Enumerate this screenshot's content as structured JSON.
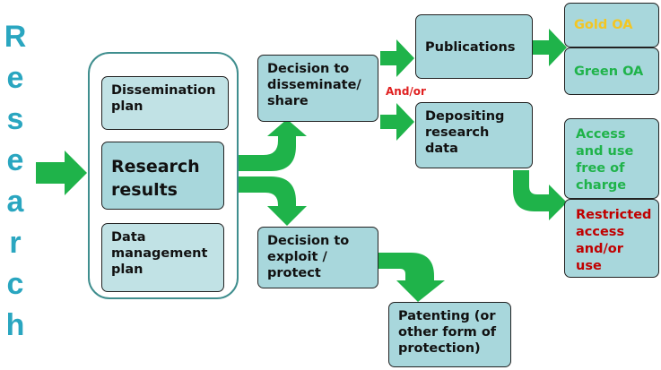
{
  "side_label": {
    "letters": [
      "R",
      "e",
      "s",
      "e",
      "a",
      "r",
      "c",
      "h"
    ]
  },
  "boxes": {
    "dissemination_plan": "Dissemination plan",
    "research_results": "Research results",
    "data_management_plan": "Data management plan",
    "decision_disseminate": "Decision to disseminate/ share",
    "decision_exploit": "Decision to exploit / protect",
    "publications": "Publications",
    "depositing_data": "Depositing research data",
    "patenting": "Patenting (or other form of protection)",
    "gold_oa": "Gold OA",
    "green_oa": "Green OA",
    "access_free": "Access and use free of charge",
    "restricted": "Restricted access and/or use"
  },
  "connector_label": "And/or",
  "colors": {
    "arrow": "#1fb34a",
    "box_fill": "#a8d7dc",
    "box_light": "#c1e2e5",
    "letters": "#2aa6c0",
    "gold": "#f3c623",
    "green": "#1fb34a",
    "red": "#c00000",
    "and_or": "#e02020"
  }
}
